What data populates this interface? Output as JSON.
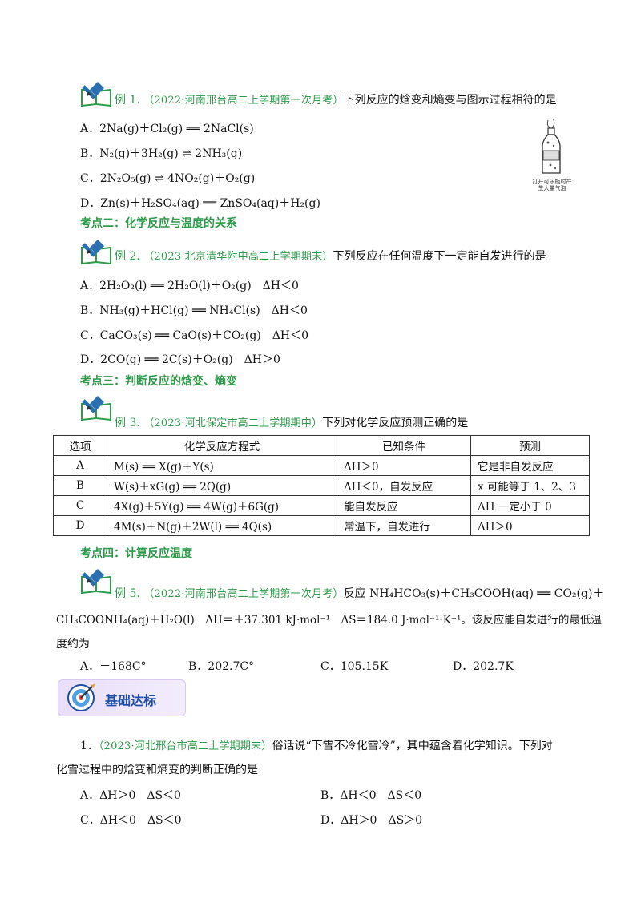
{
  "ex1": {
    "label": "例 1.",
    "source": "（2022·河南邢台高二上学期第一次月考）",
    "question": "下列反应的焓变和熵变与图示过程相符的是",
    "options": [
      {
        "letter": "A．",
        "text": "2Na(g)＋Cl₂(g) ══ 2NaCl(s)"
      },
      {
        "letter": "B．",
        "text": "N₂(g)＋3H₂(g) ⇌ 2NH₃(g)"
      },
      {
        "letter": "C．",
        "text": "2N₂O₅(g) ⇌ 4NO₂(g)＋O₂(g)"
      },
      {
        "letter": "D．",
        "text": "Zn(s)＋H₂SO₄(aq) ══ ZnSO₄(aq)＋H₂(g)"
      }
    ],
    "figure_caption": "打开可乐瓶时产生大量气泡"
  },
  "heading2": "考点二：化学反应与温度的关系",
  "ex2": {
    "label": "例 2.",
    "source": "（2023·北京清华附中高二上学期期末）",
    "question": "下列反应在任何温度下一定能自发进行的是",
    "options": [
      {
        "letter": "A．",
        "text": "2H₂O₂(l) ══ 2H₂O(l)＋O₂(g)　ΔH＜0"
      },
      {
        "letter": "B．",
        "text": "NH₃(g)＋HCl(g) ══ NH₄Cl(s)　ΔH＜0"
      },
      {
        "letter": "C．",
        "text": "CaCO₃(s) ══ CaO(s)＋CO₂(g)　ΔH＜0"
      },
      {
        "letter": "D．",
        "text": "2CO(g) ══ 2C(s)＋O₂(g)　ΔH＞0"
      }
    ]
  },
  "heading3": "考点三：判断反应的焓变、熵变",
  "ex3": {
    "label": "例 3.",
    "source": "（2023·河北保定市高二上学期期中）",
    "question": "下列对化学反应预测正确的是",
    "table": {
      "headers": [
        "选项",
        "化学反应方程式",
        "已知条件",
        "预测"
      ],
      "rows": [
        [
          "A",
          "M(s) ══ X(g)＋Y(s)",
          "ΔH＞0",
          "它是非自发反应"
        ],
        [
          "B",
          "W(s)＋xG(g) ══ 2Q(g)",
          "ΔH＜0，自发反应",
          "x 可能等于 1、2、3"
        ],
        [
          "C",
          "4X(g)＋5Y(g) ══ 4W(g)＋6G(g)",
          "能自发反应",
          "ΔH 一定小于 0"
        ],
        [
          "D",
          "4M(s)＋N(g)＋2W(l) ══ 4Q(s)",
          "常温下，自发进行",
          "ΔH＞0"
        ]
      ]
    }
  },
  "heading4": "考点四：计算反应温度",
  "ex5": {
    "label": "例 5.",
    "source": "（2022·河南邢台高二上学期第一次月考）",
    "line1": "反应 NH₄HCO₃(s)＋CH₃COOH(aq) ══ CO₂(g)＋",
    "line2": "CH₃COONH₄(aq)＋H₂O(l)　ΔH＝＋37.301 kJ·mol⁻¹　ΔS＝184.0 J·mol⁻¹·K⁻¹。该反应能自发进行的最低温",
    "line3": "度约为",
    "options": [
      {
        "letter": "A．",
        "text": "－168C°"
      },
      {
        "letter": "B．",
        "text": "202.7C°"
      },
      {
        "letter": "C．",
        "text": "105.15K"
      },
      {
        "letter": "D．",
        "text": "202.7K"
      }
    ]
  },
  "badge": "基础达标",
  "q1": {
    "number": "1．",
    "source": "（2023·河北邢台市高二上学期期末）",
    "line1": "俗话说“下雪不冷化雪冷”，其中蕴含着化学知识。下列对",
    "line2": "化雪过程中的焓变和熵变的判断正确的是",
    "options": [
      {
        "letter": "A．",
        "text": "ΔH＞0　ΔS＜0"
      },
      {
        "letter": "B．",
        "text": "ΔH＜0　ΔS＜0"
      },
      {
        "letter": "C．",
        "text": "ΔH＜0　ΔS＜0"
      },
      {
        "letter": "D．",
        "text": "ΔH＞0　ΔS＞0"
      }
    ]
  },
  "colors": {
    "accent_green": "#2e9a4a",
    "badge_blue": "#1f4ea8"
  }
}
